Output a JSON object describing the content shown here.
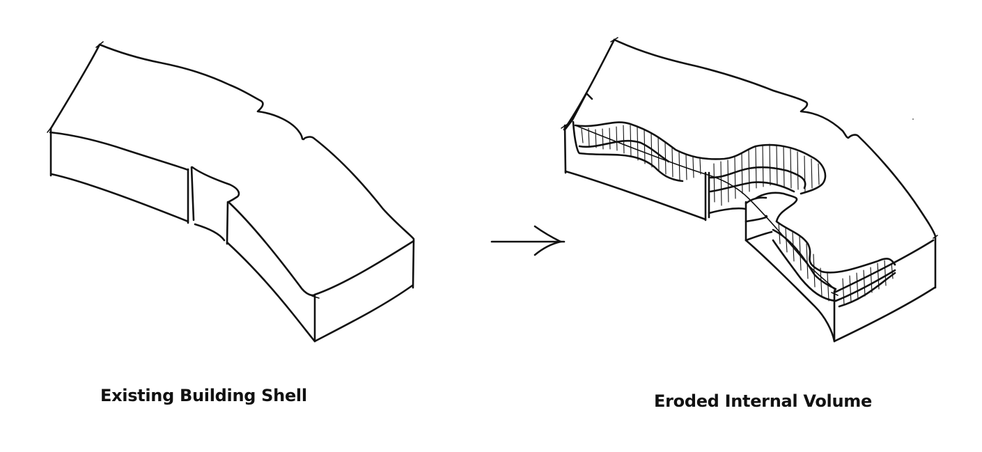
{
  "diagram": {
    "left": {
      "caption": "Existing Building Shell",
      "subject": "curved bar-shaped building volume, isometric hand sketch"
    },
    "arrow": {
      "direction": "right",
      "meaning": "transformation"
    },
    "right": {
      "caption": "Eroded Internal Volume",
      "subject": "same building volume with hatched carved-out internal void"
    },
    "colors": {
      "ink": "#111111",
      "background": "#ffffff"
    }
  }
}
